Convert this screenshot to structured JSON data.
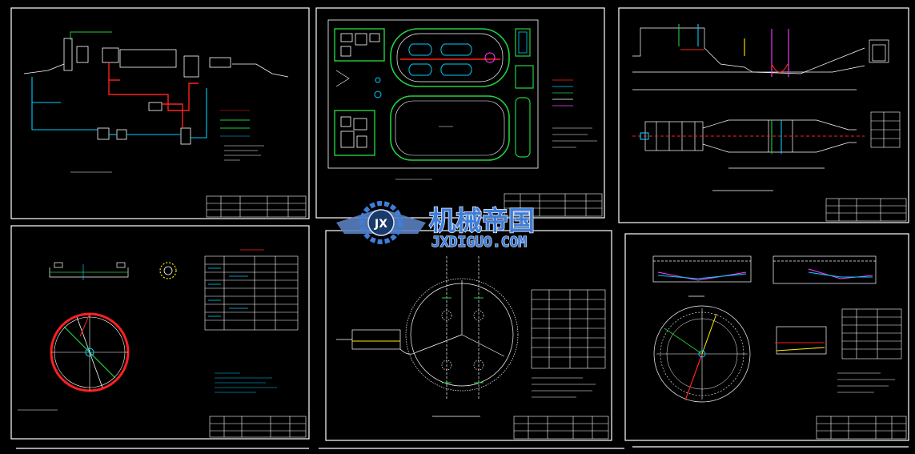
{
  "watermark": {
    "logo_letters": "JX",
    "title_cn": "机械帝国",
    "domain_en": "JXDIGUO.COM"
  },
  "colors": {
    "background": "#000000",
    "frame": "#ffffff",
    "pipe_red": "#ff2020",
    "pipe_cyan": "#00ccff",
    "pipe_green": "#20d040",
    "pipe_magenta": "#ff40ff",
    "pipe_yellow": "#ffee00",
    "watermark_blue": "#3f7ed8"
  },
  "sheets": [
    {
      "id": "process-flow"
    },
    {
      "id": "site-plan"
    },
    {
      "id": "channel-section"
    },
    {
      "id": "clarifier-plan"
    },
    {
      "id": "circular-tank"
    },
    {
      "id": "sedimentation-tank"
    }
  ]
}
